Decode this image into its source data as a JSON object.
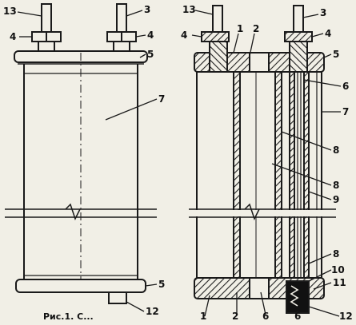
{
  "figure": {
    "caption": "Рис.1. С...",
    "left_view": {
      "labels": [
        "13",
        "3",
        "4",
        "4",
        "5",
        "7",
        "5",
        "12"
      ]
    },
    "right_view": {
      "labels": [
        "13",
        "3",
        "4",
        "4",
        "1",
        "2",
        "5",
        "6",
        "7",
        "8",
        "8",
        "9",
        "8",
        "10",
        "11",
        "12",
        "1",
        "2",
        "6",
        "6"
      ]
    }
  }
}
